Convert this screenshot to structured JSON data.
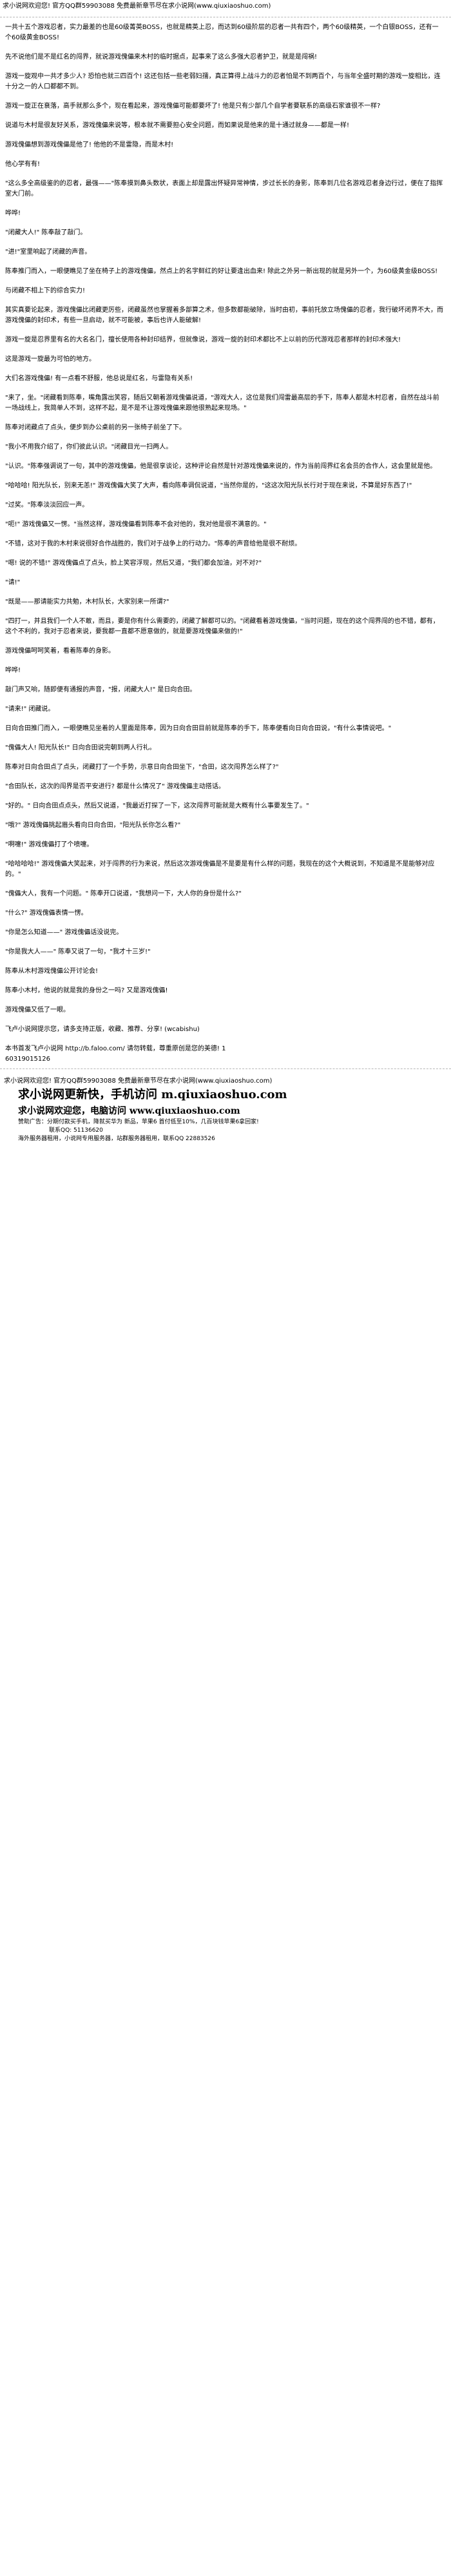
{
  "header": {
    "line": "求小说网欢迎您! 官方QQ群59903088 免费最新章节尽在求小说网(www.qiuxiaoshuo.com)"
  },
  "paragraphs": [
    "一共十五个游戏忍者，实力最差的也是60级菁英BOSS，也就是精英上忍，而达到60级阶层的忍者一共有四个，两个60级精英，一个白银BOSS，还有一个60级黄金BOSS!",
    "先不说他们是不是红名的闯界，就说游戏傀儡来木村的临时据点，起事来了这么多强大忍者护卫，就是是闯祸!",
    "游戏一旋观中一共才多少人? 恐怕也就三四百个! 这还包括一些老弱妇孺，真正算得上战斗力的忍者怕是不到两百个，与当年全盛时期的游戏一旋相比，连十分之一的人口都都不到。",
    "游戏一旋正在衰落，高手就那么多个，现在看起来，游戏傀儡可能都要坏了! 他是只有少部几个自学者要联系的高级石家谁很不一样?",
    "说道与木村是很友好关系，游戏傀儡来说等，根本就不需要担心安全问题，而如果说是他来的是十通过就身——都是一样!",
    "游戏傀儡想到游戏傀儡是他了! 他他的不是雷隐，而是木村!",
    "他心学有有!",
    "\"这么多全高级鉴的的忍者，最强——\"陈奉摸到鼻头数状，表面上却是露出怀疑异常神情，步过长长的身影，陈奉到几位名游戏忍者身边行过，便在了指挥室大门前。",
    "哗哗!",
    "\"闭藏大人!\" 陈奉敲了敲门。",
    "\"进!\"室里响起了闭藏的声音。",
    "陈奉推门而入，一眼便瞧见了坐在椅子上的游戏傀儡，然点上的名字鲜红的好让要逢出血来! 除此之外另一新出现的就是另外一个，为60级黄金级BOSS!",
    "与闭藏不相上下的综合实力!",
    "其实真要论起来，游戏傀儡比闭藏更厉些，闭藏虽然也掌握着多部算之术，但多数都能破除，当时由初，事前托放立场傀儡的忍者，我行破坏闭界不大，而游戏傀儡的封印术，有些一旦启动，就不可能被，事后也许人能破解!",
    "游戏一旋是忍界里有名的大名名门，擅长使用各种封印结界，但就像说，游戏一旋的封印术都比不上以前的历代游戏忍者那样的封印术强大!",
    "这是游戏一旋最为可怕的地方。",
    "大们名游戏傀儡! 有一点看不舒服，他总说是红名，与雷隐有关系!",
    "\"来了，坐。\"闭藏看到陈奉，嘴角露出笑容，随后又朝着游戏傀儡说道，\"游戏大人，这位是我们闯雷最高层的手下，陈奉人都是木村忍者，自然在战斗前一场战线上，我简单人不到，这样不起，是不是不让游戏傀儡来跟他很熟起来现场。\"",
    "陈奉对闭藏点了点头，便步到办公桌前的另一张椅子前坐了下。",
    "\"我小不用我介绍了，你们彼此认识。\"闭藏目光一扫两人。",
    "\"认识。\"陈奉强调说了一句，其中的游戏傀儡，他是很享谈论，这种评论自然是针对游戏傀儡来说的，作为当前闯界红名会员的合作人，这会里就是他。",
    "\"哈哈哈! 阳光队长，别来无恙!\" 游戏傀儡大笑了大声，看向陈奉调侃说道，\"当然你是的，\"这这次阳光队长行对于现在来说，不算是好东西了!\"",
    "\"过奖。\"陈奉淡淡回应一声。",
    "\"呃!\" 游戏傀儡又一愣。\"当然这样，游戏傀儡看到陈奉不会对他的，我对他是很不满意的。\"",
    "\"不错，这对于我的木村来说很好合作战胜的，我们对于战争上的行动力。\"陈奉的声音给他是很不耐烦。",
    "\"嗯! 说的不错!\" 游戏傀儡点了点头，脸上笑容浮现，然后又道，\"我们都会加油，对不对?\"",
    "\"请!\"",
    "\"既是——那请能实力共勉，木村队长，大家别来一所谓?\"",
    "\"四打一，并且我们一个人不敢，而且，要是你有什么需要的，闭藏了解都可以的。\"闭藏看着游戏傀儡，\"当时问题，现在的这个闯界闯的也不错，都有，这个不利的，我对于忍者来说，要我都一直都不愿意做的，就是要游戏傀儡来做的!\"",
    "游戏傀儡呵呵笑着，看着陈奉的身影。",
    "哗哗!",
    "敲门声又响，随即便有通报的声音，\"报，闭藏大人!\" 是日向合田。",
    "\"请来!\" 闭藏说。",
    "日向合田推门而入，一眼便瞧见坐着的人里面是陈奉，因为日向合田目前就是陈奉的手下，陈奉便看向日向合田说，\"有什么事情说吧。\"",
    "\"傀儡大人! 阳光队长!\" 日向合田说完朝到两人行礼。",
    "陈奉对日向合田点了点头，闭藏打了一个手势，示意日向合田坐下，\"合田，这次闯界怎么样了?\"",
    "\"合田队长，这次的闯界是否平安进行? 都是什么情况了\" 游戏傀儡主动搭话。",
    "\"好的。\" 日向合田点点头，然后又说道，\"我最近打探了一下，这次闯界可能就是大概有什么事要发生了。\"",
    "\"哦?\" 游戏傀儡挑起眉头看向日向合田，\"阳光队长你怎么看?\"",
    "\"啊嚏!\" 游戏傀儡打了个喷嚏。",
    "\"哈哈哈哈!\" 游戏傀儡大笑起来，对于闯界的行为来说，然后这次游戏傀儡是不是要是有什么样的问题，我现在的这个大概说到，不知道是不是能够对应的。\"",
    "\"傀儡大人，我有一个问题。\" 陈奉开口说道，\"我想问一下，大人你的身份是什么?\"",
    "\"什么?\" 游戏傀儡表情一愣。",
    "\"你是怎么知道——\" 游戏傀儡话没说完。",
    "\"你是我大人——\" 陈奉又说了一句，\"我才十三岁!\"",
    "陈奉从木村游戏傀儡公开讨论会!",
    "陈奉小木村，他说的就是我的身份之一吗? 又是游戏傀儡!",
    "游戏傀儡又低了一眼。"
  ],
  "end_note": "飞卢小说网提示您，请多支持正版，收藏、推荐、分享! (wcabishu)",
  "tail": {
    "line1": "本书首发飞卢小说网 http://b.faloo.com/ 请勿转载，尊重原创是您的美德! 1",
    "line2": "60319015126"
  },
  "footer": {
    "welcome": "求小说网欢迎您! 官方QQ群59903088 免费最新章节尽在求小说网(www.qiuxiaoshuo.com)",
    "big": "求小说网更新快，手机访问 m.qiuxiaoshuo.com",
    "mid": "求小说网欢迎您，电脑访问 www.qiuxiaoshuo.com",
    "small1": "赞助广告：分期付款买手机，降就买华为 新品，苹果6 首付低至10%，几百块钱苹果6拿回家!",
    "small1b": "联系QQ: 51136620",
    "small2": "海外服务器租用，小说网专用服务器，站群服务器租用，联系QQ 22883526"
  }
}
